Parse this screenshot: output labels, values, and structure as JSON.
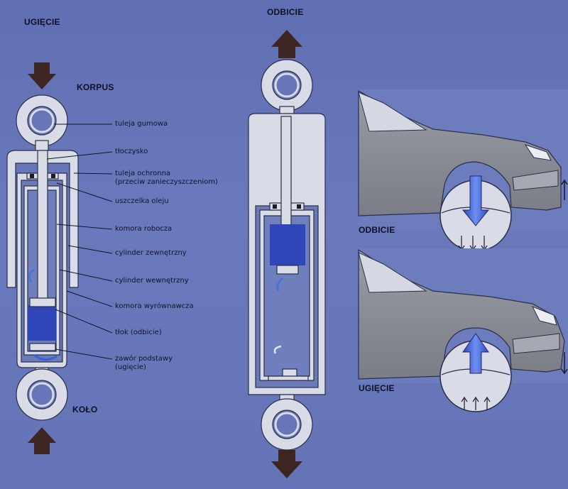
{
  "left_shock": {
    "compression_title": "UGIĘCIE",
    "body_label": "KORPUS",
    "wheel_label": "KOŁO",
    "parts": [
      "tuleja gumowa",
      "tłoczysko",
      "tuleja ochronna",
      "(przeciw zanieczyszczeniom)",
      "uszczelka oleju",
      "komora robocza",
      "cylinder zewnętrzny",
      "cylinder wewnętrzny",
      "komora wyrównawcza",
      "tłok (odbicie)",
      "zawór podstawy",
      "(ugięcie)"
    ]
  },
  "middle_shock": {
    "rebound_title": "ODBICIE"
  },
  "car_views": {
    "top_label": "ODBICIE",
    "bottom_label": "UGIĘCIE"
  },
  "colors": {
    "background": "#6473b6",
    "part_fill": "#d9dbe6",
    "oil_blue": "#2f46b8",
    "arrow_dark": "#3d2622"
  }
}
